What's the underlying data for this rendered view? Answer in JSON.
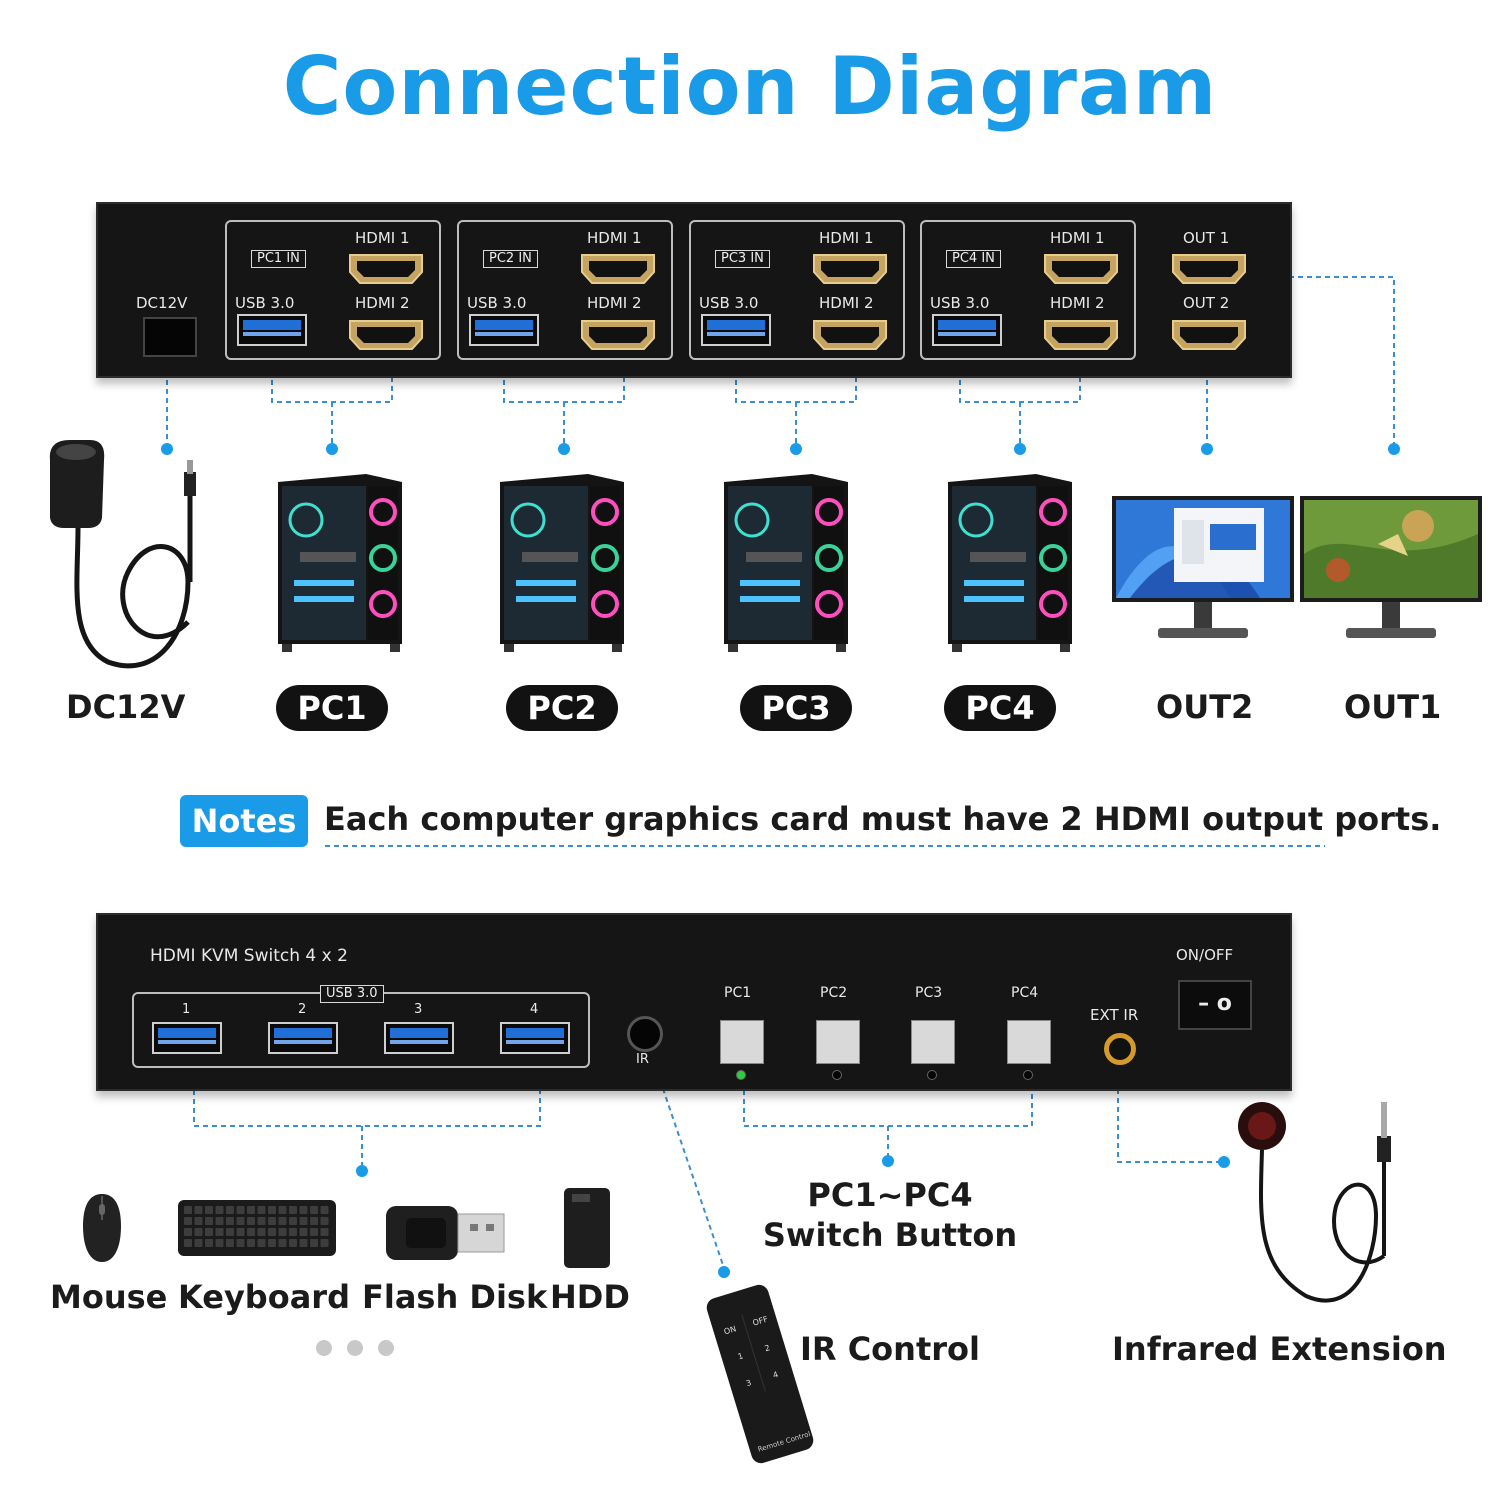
{
  "title": "Connection Diagram",
  "rear_panel": {
    "dc_label": "DC12V",
    "groups": [
      {
        "in_label": "PC1 IN",
        "usb_label": "USB 3.0",
        "hdmi1": "HDMI 1",
        "hdmi2": "HDMI 2"
      },
      {
        "in_label": "PC2 IN",
        "usb_label": "USB 3.0",
        "hdmi1": "HDMI 1",
        "hdmi2": "HDMI 2"
      },
      {
        "in_label": "PC3 IN",
        "usb_label": "USB 3.0",
        "hdmi1": "HDMI 1",
        "hdmi2": "HDMI 2"
      },
      {
        "in_label": "PC4 IN",
        "usb_label": "USB 3.0",
        "hdmi1": "HDMI 1",
        "hdmi2": "HDMI 2"
      }
    ],
    "out1": "OUT 1",
    "out2": "OUT 2"
  },
  "devices": {
    "power": "DC12V",
    "pcs": [
      "PC1",
      "PC2",
      "PC3",
      "PC4"
    ],
    "out2": "OUT2",
    "out1": "OUT1"
  },
  "notes": {
    "badge": "Notes",
    "text": "Each computer graphics card must have 2 HDMI output ports."
  },
  "front_panel": {
    "model": "HDMI KVM Switch 4 x 2",
    "usb_label": "USB 3.0",
    "usb_ports": [
      "1",
      "2",
      "3",
      "4"
    ],
    "ir_label": "IR",
    "buttons": [
      "PC1",
      "PC2",
      "PC3",
      "PC4"
    ],
    "ext_ir": "EXT IR",
    "power_label": "ON/OFF",
    "switch_glyph": "– o"
  },
  "peripherals": {
    "items": [
      "Mouse",
      "Keyboard",
      "Flash Disk",
      "HDD"
    ]
  },
  "switch_button": {
    "line1": "PC1~PC4",
    "line2": "Switch Button"
  },
  "ir_control": "IR Control",
  "infrared_extension": "Infrared Extension",
  "remote": {
    "on": "ON",
    "off": "OFF",
    "keys": [
      "1",
      "2",
      "3",
      "4"
    ],
    "brand": "Remote Control"
  },
  "colors": {
    "accent": "#1a9be8",
    "panel": "#151515",
    "usb_blue": "#1f6fd6",
    "led_green": "#2ecc40"
  }
}
